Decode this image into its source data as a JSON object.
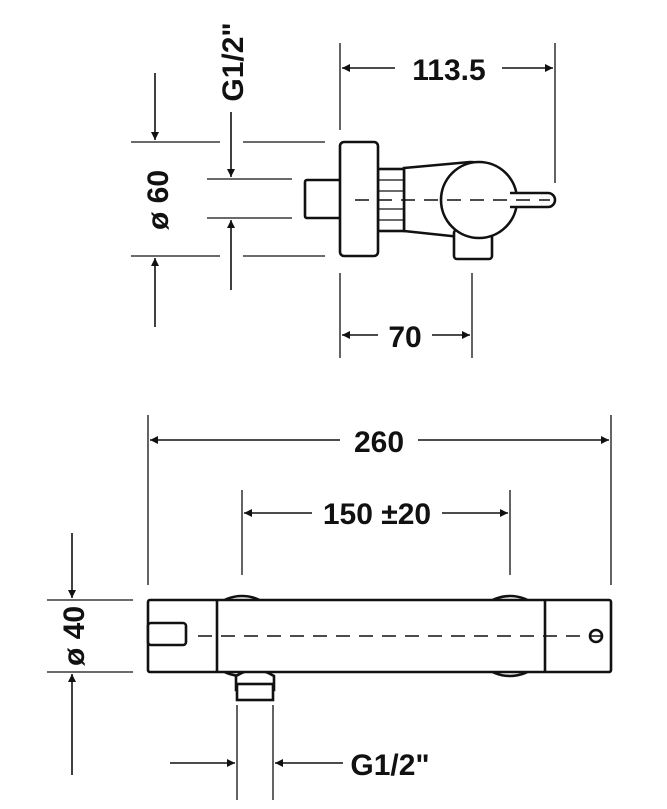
{
  "side_view": {
    "width_dim": "113.5",
    "diameter_dim": "ø 60",
    "thread_dim": "G1/2\"",
    "depth_dim": "70"
  },
  "front_view": {
    "length_dim": "260",
    "spacing_dim": "150 ±20",
    "diameter_dim": "ø 40",
    "outlet_thread_dim": "G1/2\""
  }
}
